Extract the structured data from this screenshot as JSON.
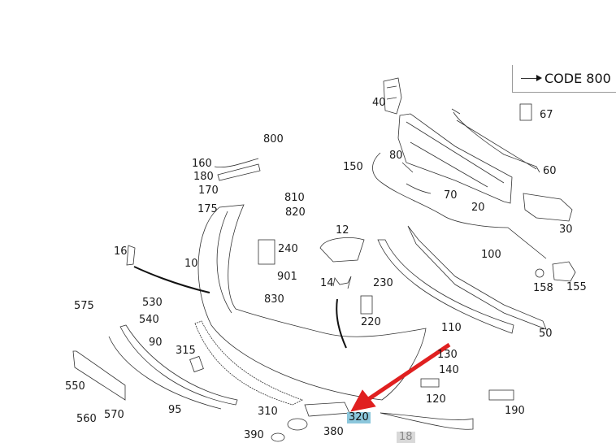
{
  "legend": {
    "code_label": "CODE 800"
  },
  "parts": {
    "p40": "40",
    "p67": "67",
    "p150": "150",
    "p80": "80",
    "p60": "60",
    "p70": "70",
    "p20": "20",
    "p30": "30",
    "p800": "800",
    "p160": "160",
    "p180": "180",
    "p170": "170",
    "p175": "175",
    "p810": "810",
    "p820": "820",
    "p12": "12",
    "p240": "240",
    "p16": "16",
    "p10": "10",
    "p100": "100",
    "p901": "901",
    "p14": "14",
    "p230": "230",
    "p158": "158",
    "p155": "155",
    "p830": "830",
    "p575": "575",
    "p530": "530",
    "p540": "540",
    "p220": "220",
    "p110": "110",
    "p50": "50",
    "p90": "90",
    "p315": "315",
    "p130": "130",
    "p140": "140",
    "p550": "550",
    "p120": "120",
    "p190": "190",
    "p95": "95",
    "p310": "310",
    "p320": "320",
    "p560": "560",
    "p570": "570",
    "p380": "380",
    "p390": "390"
  },
  "highlighted_part": "320",
  "page_number": "18",
  "colors": {
    "highlight": "#8cc7dc",
    "arrow": "#e02020"
  }
}
